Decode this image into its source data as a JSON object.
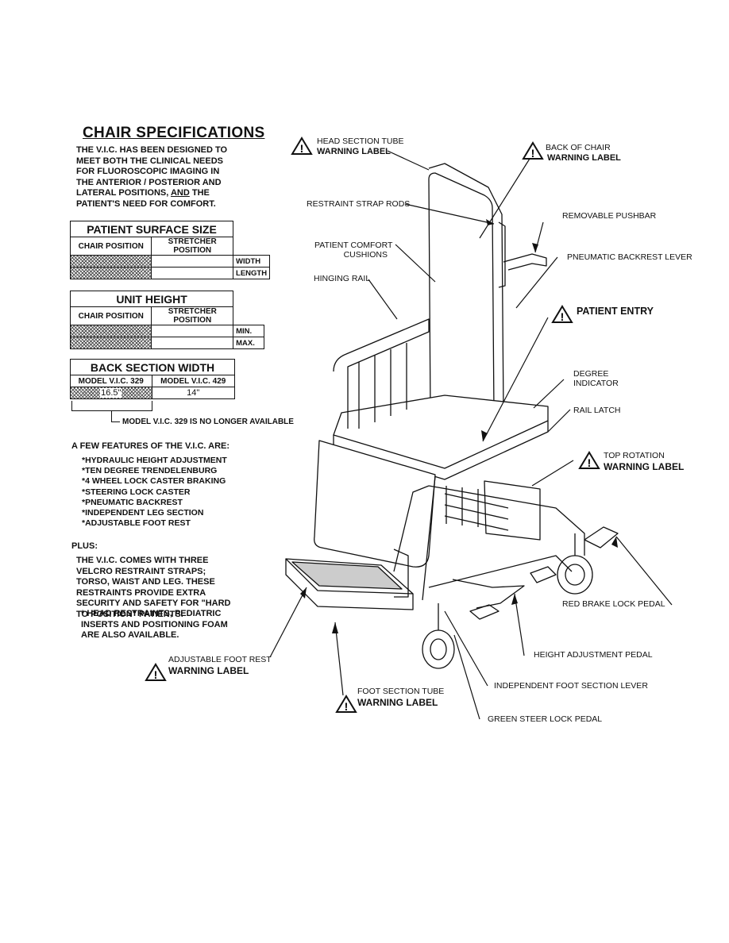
{
  "specs": {
    "title": "CHAIR SPECIFICATIONS",
    "intro_a": "THE V.I.C. HAS BEEN DESIGNED TO MEET BOTH THE CLINICAL NEEDS FOR FLUOROSCOPIC IMAGING IN THE ANTERIOR / POSTERIOR AND LATERAL POSITIONS, ",
    "intro_and": "AND",
    "intro_b": " THE PATIENT'S NEED FOR COMFORT."
  },
  "surface_table": {
    "title": "PATIENT SURFACE SIZE",
    "col1": "CHAIR POSITION",
    "col2": "STRETCHER POSITION",
    "row1": "WIDTH",
    "row2": "LENGTH"
  },
  "height_table": {
    "title": "UNIT HEIGHT",
    "col1": "CHAIR POSITION",
    "col2": "STRETCHER POSITION",
    "row1": "MIN.",
    "row2": "MAX."
  },
  "back_table": {
    "title": "BACK SECTION WIDTH",
    "col1": "MODEL V.I.C. 329",
    "col2": "MODEL V.I.C. 429",
    "val1": "16.5\"",
    "val2": "14\""
  },
  "note_329": "MODEL V.I.C. 329 IS NO LONGER AVAILABLE",
  "features": {
    "heading": "A FEW FEATURES OF THE V.I.C. ARE:",
    "items": [
      "*HYDRAULIC HEIGHT ADJUSTMENT",
      "*TEN DEGREE TRENDELENBURG",
      "*4 WHEEL LOCK CASTER BRAKING",
      "*STEERING LOCK CASTER",
      "*PNEUMATIC BACKREST",
      "*INDEPENDENT LEG SECTION",
      "*ADJUSTABLE FOOT REST"
    ]
  },
  "plus": {
    "heading": "PLUS:",
    "text": "THE V.I.C. COMES WITH THREE VELCRO RESTRAINT STRAPS; TORSO, WAIST AND LEG. THESE RESTRAINTS PROVIDE EXTRA SECURITY AND SAFETY FOR \"HARD TO POSITION\" PATIENTS.",
    "optional": "* HEAD RESTRAINTS, PEDIATRIC INSERTS AND POSITIONING FOAM ARE ALSO AVAILABLE."
  },
  "labels": {
    "head_tube": "HEAD SECTION TUBE",
    "warning": "WARNING LABEL",
    "back_of_chair": "BACK OF CHAIR",
    "restraint_rods": "RESTRAINT STRAP RODS",
    "removable_pushbar": "REMOVABLE PUSHBAR",
    "comfort_1": "PATIENT COMFORT",
    "comfort_2": "CUSHIONS",
    "pneumatic_lever": "PNEUMATIC BACKREST LEVER",
    "hinging_rail": "HINGING RAIL",
    "patient_entry": "PATIENT ENTRY",
    "degree_1": "DEGREE",
    "degree_2": "INDICATOR",
    "rail_latch": "RAIL LATCH",
    "top_rotation": "TOP ROTATION",
    "red_brake": "RED BRAKE LOCK PEDAL",
    "height_pedal": "HEIGHT ADJUSTMENT PEDAL",
    "foot_rest": "ADJUSTABLE FOOT REST",
    "independent_foot": "INDEPENDENT FOOT SECTION LEVER",
    "foot_tube": "FOOT SECTION TUBE",
    "green_steer": "GREEN STEER LOCK PEDAL"
  }
}
